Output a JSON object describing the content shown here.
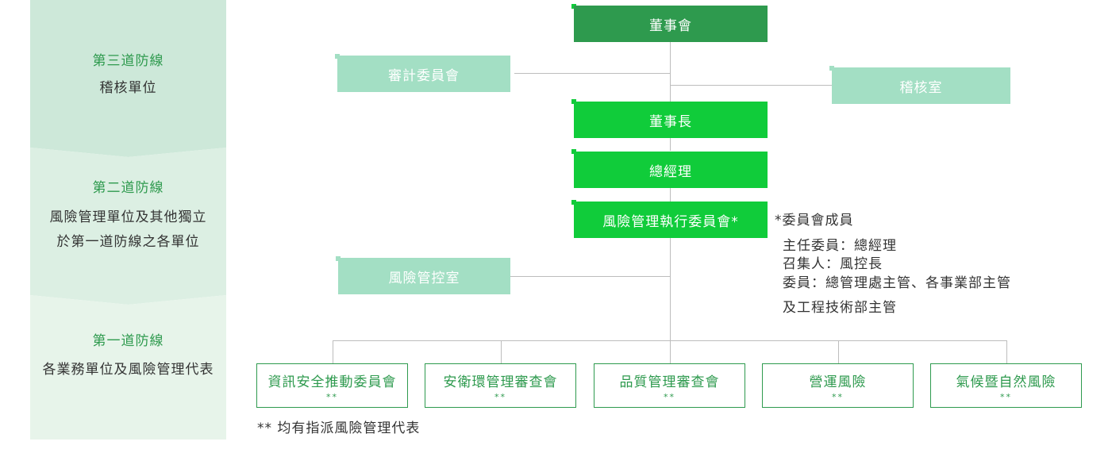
{
  "left_column": {
    "third_line": {
      "title": "第三道防線",
      "desc": "稽核單位"
    },
    "second_line": {
      "title": "第二道防線",
      "desc_line1": "風險管理單位及其他獨立",
      "desc_line2": "於第一道防線之各單位"
    },
    "first_line": {
      "title": "第一道防線",
      "desc": "各業務單位及風險管理代表"
    }
  },
  "chart": {
    "board": "董事會",
    "audit_committee": "審計委員會",
    "audit_office": "稽核室",
    "chairman": "董事長",
    "general_manager": "總經理",
    "risk_committee": "風險管理執行委員會*",
    "risk_control_office": "風險管控室",
    "units": [
      {
        "name": "資訊安全推動委員會",
        "mark": "**"
      },
      {
        "name": "安衛環管理審查會",
        "mark": "**"
      },
      {
        "name": "品質管理審查會",
        "mark": "**"
      },
      {
        "name": "營運風險",
        "mark": "**"
      },
      {
        "name": "氣候暨自然風險",
        "mark": "**"
      }
    ]
  },
  "committee_note": {
    "heading": "*委員會成員",
    "line1": "主任委員：總經理",
    "line2": "召集人：風控長",
    "line3": "委員：總管理處主管、各事業部主管",
    "line4": "及工程技術部主管"
  },
  "footnote": "** 均有指派風險管理代表",
  "colors": {
    "dark_green": "#2e9a4e",
    "bright_green": "#10cc3a",
    "pale_green": "#a3dfc4",
    "band_dark": "#cde8d9",
    "band_mid": "#dcefe3",
    "band_light": "#e7f4ea"
  }
}
